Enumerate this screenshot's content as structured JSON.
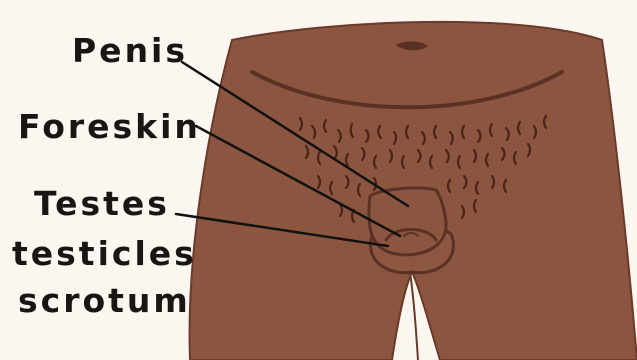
{
  "diagram": {
    "labels": {
      "penis": "Penis",
      "foreskin": "Foreskin",
      "testes": "Testes",
      "testicles": "testicles",
      "scrotum": "scrotum"
    },
    "colors": {
      "background": "#fbf6ef",
      "skin": "#8b5540",
      "skin_outline": "#5a3225",
      "hair": "#4a2419",
      "leader_line": "#111111",
      "text": "#1a1512"
    }
  }
}
